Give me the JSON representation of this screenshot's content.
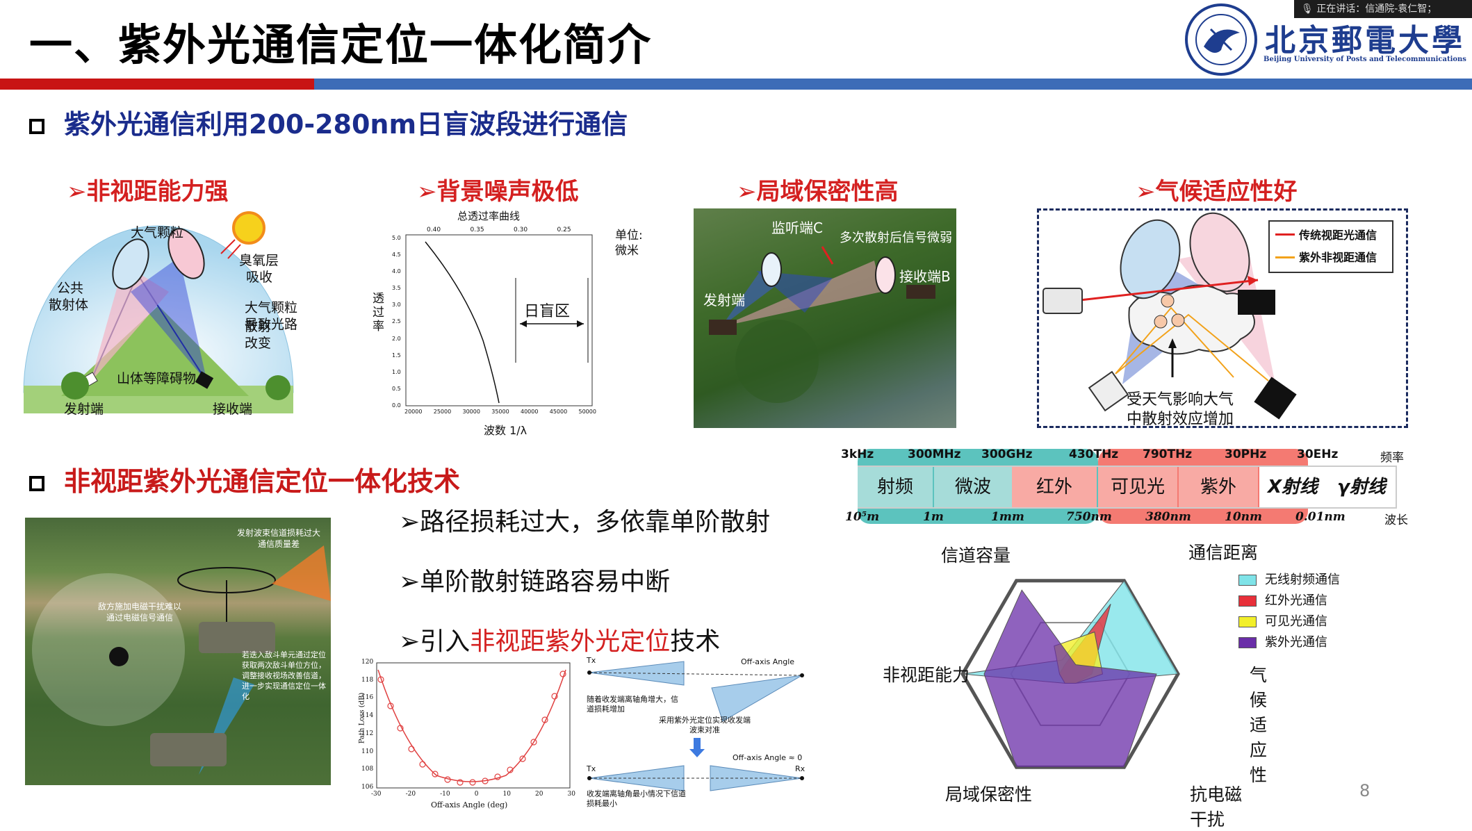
{
  "slide": {
    "title": "一、紫外光通信定位一体化简介",
    "page_number": "8",
    "presenter_bar": "正在讲话：信通院-袁仁智；"
  },
  "university": {
    "name_zh": "北京郵電大學",
    "name_en": "Beijing University of Posts and Telecommunications"
  },
  "section1": {
    "title": "紫外光通信利用200-280nm日盲波段进行通信"
  },
  "features": [
    {
      "label": "非视距能力强"
    },
    {
      "label": "背景噪声极低"
    },
    {
      "label": "局域保密性高"
    },
    {
      "label": "气候适应性好"
    }
  ],
  "nlos_diagram": {
    "labels": [
      "大气颗粒",
      "臭氧层",
      "吸收",
      "公共",
      "散射体",
      "大气颗粒散射",
      "导致光路改变",
      "山体等障碍物",
      "发射端",
      "接收端"
    ]
  },
  "transmission_chart": {
    "title": "总透过率曲线",
    "unit_label": "单位:",
    "unit_value": "微米",
    "ylabel": "透过率",
    "xlabel": "波数 1/λ",
    "region_label": "日盲区",
    "top_ticks": [
      "0.40",
      "0.35",
      "0.30",
      "0.25"
    ],
    "y_ticks": [
      "5.0",
      "4.5",
      "4.0",
      "3.5",
      "3.0",
      "2.5",
      "2.0",
      "1.5",
      "1.0",
      "0.5",
      "0.0"
    ],
    "x_ticks": [
      "20000",
      "25000",
      "30000",
      "35000",
      "40000",
      "45000",
      "50000"
    ]
  },
  "security_photo": {
    "labels": [
      "监听端C",
      "多次散射后信号微弱",
      "接收端B",
      "发射端"
    ]
  },
  "weather_diagram": {
    "legend": [
      "传统视距光通信",
      "紫外非视距通信"
    ],
    "caption_line1": "受天气影响大气",
    "caption_line2": "中散射效应增加"
  },
  "section2": {
    "title": "非视距紫外光通信定位一体化技术"
  },
  "bullets": [
    {
      "text": "路径损耗过大，多依靠单阶散射"
    },
    {
      "text": "单阶散射链路容易中断"
    },
    {
      "pre": "引入",
      "highlight": "非视距紫外光定位",
      "post": "技术"
    }
  ],
  "battle_photo": {
    "label1": "敌方施加电磁干扰难以通过电磁信号通信",
    "label2": "发射波束信道损耗过大通信质量差",
    "label3": "若迭入敌斗单元通过定位获取两次敌斗单位方位，调整接收视场改善信道，进一步实现通信定位一体化"
  },
  "pathloss_chart": {
    "ylabel": "Path Loss (dB)",
    "xlabel": "Off-axis Angle (deg)",
    "y_ticks": [
      "120",
      "118",
      "116",
      "114",
      "112",
      "110",
      "108",
      "106"
    ],
    "x_ticks": [
      "-30",
      "-20",
      "-10",
      "0",
      "10",
      "20",
      "30"
    ]
  },
  "offaxis_diagram": {
    "tx": "Tx",
    "rx": "Rx",
    "angle_top": "Off-axis Angle",
    "angle_bottom": "Off-axis Angle ≈ 0",
    "note1": "随着收发端离轴角增大，信道损耗增加",
    "note2": "采用紫外光定位实现收发端波束对准",
    "note3": "收发端离轴角最小情况下信道损耗最小"
  },
  "spectrum": {
    "freq_label": "频率",
    "wave_label": "波长",
    "freq_ticks": [
      "3kHz",
      "300MHz",
      "300GHz",
      "430THz",
      "790THz",
      "30PHz",
      "30EHz"
    ],
    "wave_ticks": [
      "10⁵m",
      "1m",
      "1mm",
      "750nm",
      "380nm",
      "10nm",
      "0.01nm"
    ],
    "bands": [
      "射频",
      "微波",
      "红外",
      "可见光",
      "紫外",
      "X射线",
      "γ射线"
    ]
  },
  "radar": {
    "axes": [
      "通信距离",
      "气候适应性",
      "抗电磁干扰",
      "局域保密性",
      "非视距能力",
      "信道容量"
    ],
    "legend": [
      "无线射频通信",
      "红外光通信",
      "可见光通信",
      "紫外光通信"
    ]
  },
  "chart_data": {
    "type": "radar",
    "axes": [
      "通信距离",
      "气候适应性",
      "抗电磁干扰",
      "局域保密性",
      "非视距能力",
      "信道容量"
    ],
    "range": [
      0,
      1
    ],
    "series": [
      {
        "name": "无线射频通信",
        "color": "#7fe3e8",
        "values": [
          1.0,
          1.0,
          0.1,
          0.1,
          1.0,
          0.15
        ]
      },
      {
        "name": "红外光通信",
        "color": "#e8303a",
        "values": [
          0.75,
          0.2,
          0.1,
          0.1,
          0.1,
          0.1
        ]
      },
      {
        "name": "可见光通信",
        "color": "#f2ef2a",
        "values": [
          0.45,
          0.3,
          0.1,
          0.1,
          0.1,
          0.3
        ]
      },
      {
        "name": "紫外光通信",
        "color": "#6a2ea8",
        "values": [
          0.1,
          0.8,
          1.0,
          1.0,
          0.8,
          0.9
        ]
      }
    ]
  }
}
